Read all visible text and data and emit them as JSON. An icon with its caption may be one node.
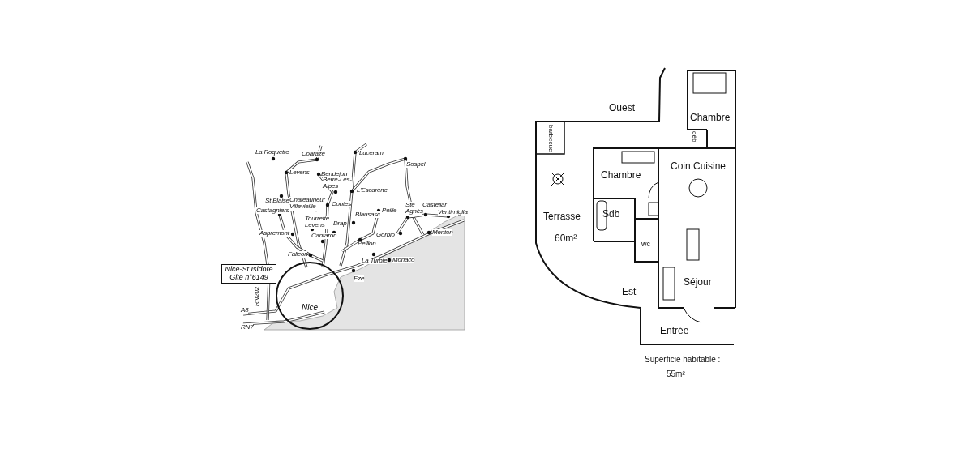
{
  "diagram": {
    "nodes": [
      {
        "text": [
          "Nice-St Isidore Gite n°6149"
        ]
      },
      {
        "text": [
          "Nice"
        ]
      }
    ],
    "edges": [],
    "labels": [
      "La Roquette",
      "Coaraze",
      "Luceram",
      "Sospel",
      "Levens",
      "Bendejun",
      "Berre-Les-Alpes",
      "L'Escarène",
      "St Blaise",
      "Chateauneuf Villevieille",
      "Contes",
      "Castagniers",
      "Blausasc",
      "Peille",
      "Ste Agnès",
      "Castellar",
      "Ventimiglia",
      "Tourrette Levens",
      "Drap",
      "Aspremont",
      "Cantaron",
      "Gorbio",
      "Peillon",
      "Menton",
      "Falicon",
      "La Turbie",
      "Monaco",
      "RN202",
      "Eze",
      "A8",
      "RN7",
      "Ouest",
      "Chambre",
      "barbecue",
      "déb.",
      "Chambre",
      "Coin Cuisine",
      "Terrasse",
      "Sdb",
      "60m²",
      "wc",
      "Séjour",
      "Est",
      "Entrée",
      "Superficie habitable :",
      "55m²"
    ]
  }
}
